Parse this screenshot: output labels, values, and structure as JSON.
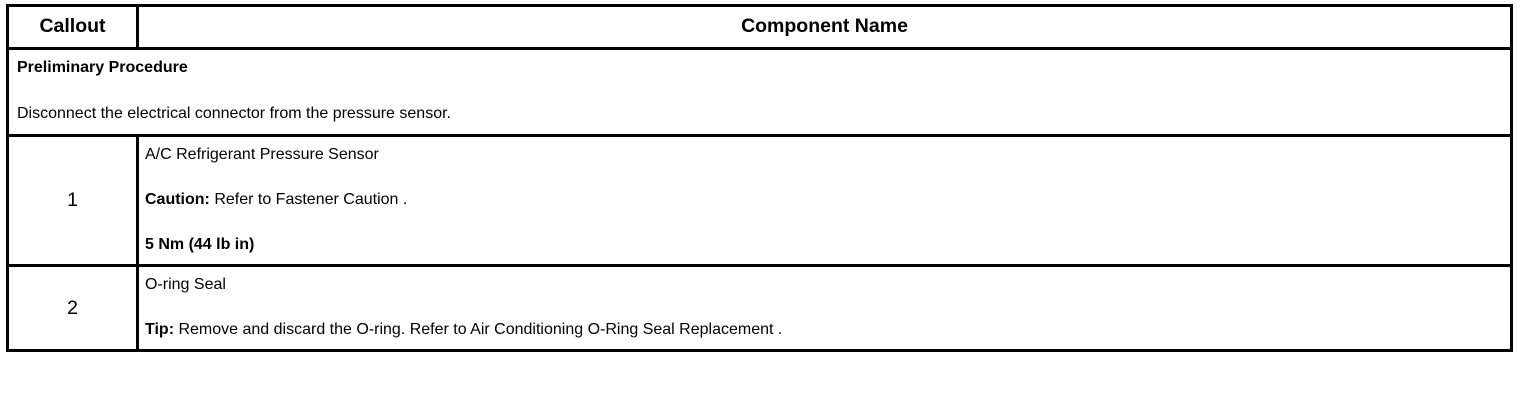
{
  "table": {
    "headers": {
      "callout": "Callout",
      "component_name": "Component Name"
    },
    "preliminary": {
      "heading": "Preliminary Procedure",
      "text": "Disconnect the electrical connector from the pressure sensor."
    },
    "rows": [
      {
        "callout": "1",
        "name": "A/C Refrigerant Pressure Sensor",
        "note_label": "Caution:",
        "note_text": " Refer to Fastener Caution .",
        "spec": "5 Nm (44 lb in)"
      },
      {
        "callout": "2",
        "name": "O-ring Seal",
        "note_label": "Tip:",
        "note_text": " Remove and discard the O-ring. Refer to Air Conditioning O-Ring Seal Replacement .",
        "spec": ""
      }
    ]
  },
  "colors": {
    "border": "#000000",
    "text": "#000000",
    "background": "#ffffff"
  }
}
